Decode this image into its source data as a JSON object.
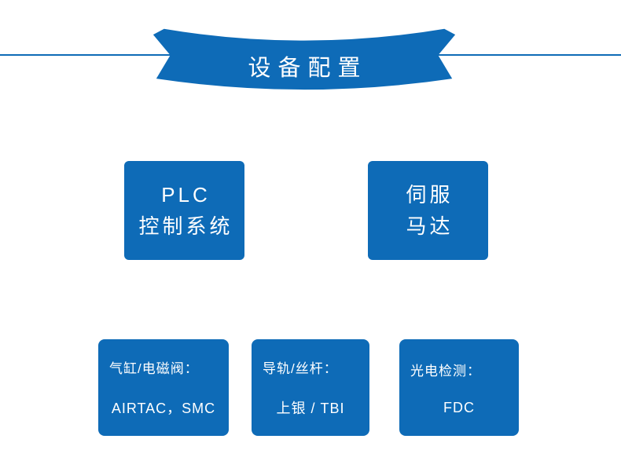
{
  "theme": {
    "accent": "#0e6bb7",
    "text_on_accent": "#ffffff",
    "background": "#ffffff"
  },
  "banner": {
    "title": "设备配置"
  },
  "feature_cards": [
    {
      "line1": "PLC",
      "line2": "控制系统"
    },
    {
      "line1": "伺服",
      "line2": "马达"
    }
  ],
  "spec_cards": [
    {
      "label": "气缸/电磁阀：",
      "value": "AIRTAC，SMC"
    },
    {
      "label": "导轨/丝杆：",
      "value": "上银 / TBI"
    },
    {
      "label": "光电检测：",
      "value": "FDC"
    }
  ]
}
